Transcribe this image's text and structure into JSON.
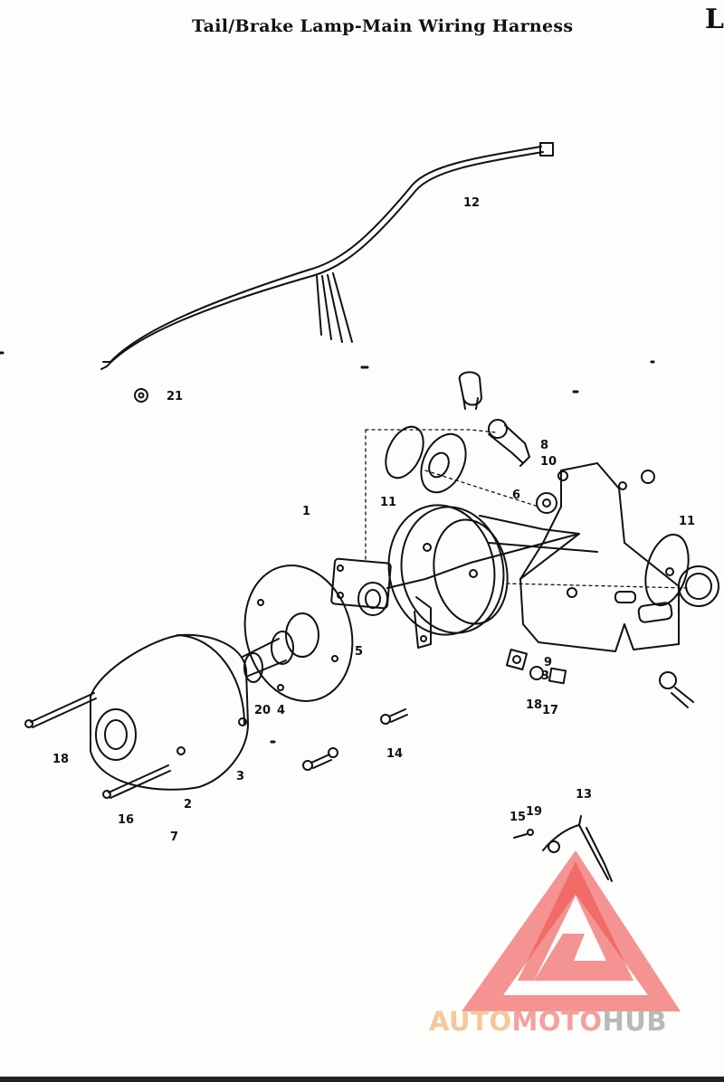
{
  "title": "Tail/Brake Lamp-Main Wiring Harness",
  "corner_mark": "L",
  "part_labels": [
    "12",
    "21",
    "1",
    "8",
    "10",
    "11",
    "6",
    "11",
    "9",
    "3",
    "5",
    "20",
    "4",
    "18",
    "14",
    "17",
    "18",
    "16",
    "2",
    "3",
    "7",
    "15",
    "19",
    "13"
  ],
  "watermark": {
    "auto": "AUTO",
    "moto": "MOTO",
    "hub": "HUB",
    "colors": {
      "auto": "#f6c79a",
      "moto": "#f3a19e",
      "hub": "#b9b9b9",
      "logo": "#ef5350"
    }
  }
}
